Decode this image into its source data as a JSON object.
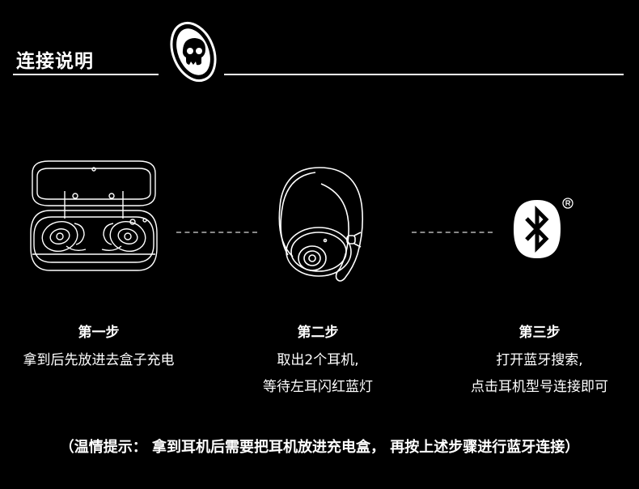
{
  "header": {
    "title": "连接说明"
  },
  "steps": [
    {
      "title": "第一步",
      "lines": [
        "拿到后先放进去盒子充电"
      ]
    },
    {
      "title": "第二步",
      "lines": [
        "取出2个耳机,",
        "等待左耳闪红蓝灯"
      ]
    },
    {
      "title": "第三步",
      "lines": [
        "打开蓝牙搜索,",
        "点击耳机型号连接即可"
      ]
    }
  ],
  "tip": "（温情提示： 拿到耳机后需要把耳机放进充电盒， 再按上述步骤进行蓝牙连接）",
  "icons": {
    "brand": "skull-logo-icon",
    "case": "charging-case-illustration",
    "earbud": "earbud-illustration",
    "bluetooth": "bluetooth-icon",
    "registered": "registered-mark-icon"
  },
  "colors": {
    "background": "#000000",
    "text": "#ffffff",
    "dash": "#888888"
  }
}
